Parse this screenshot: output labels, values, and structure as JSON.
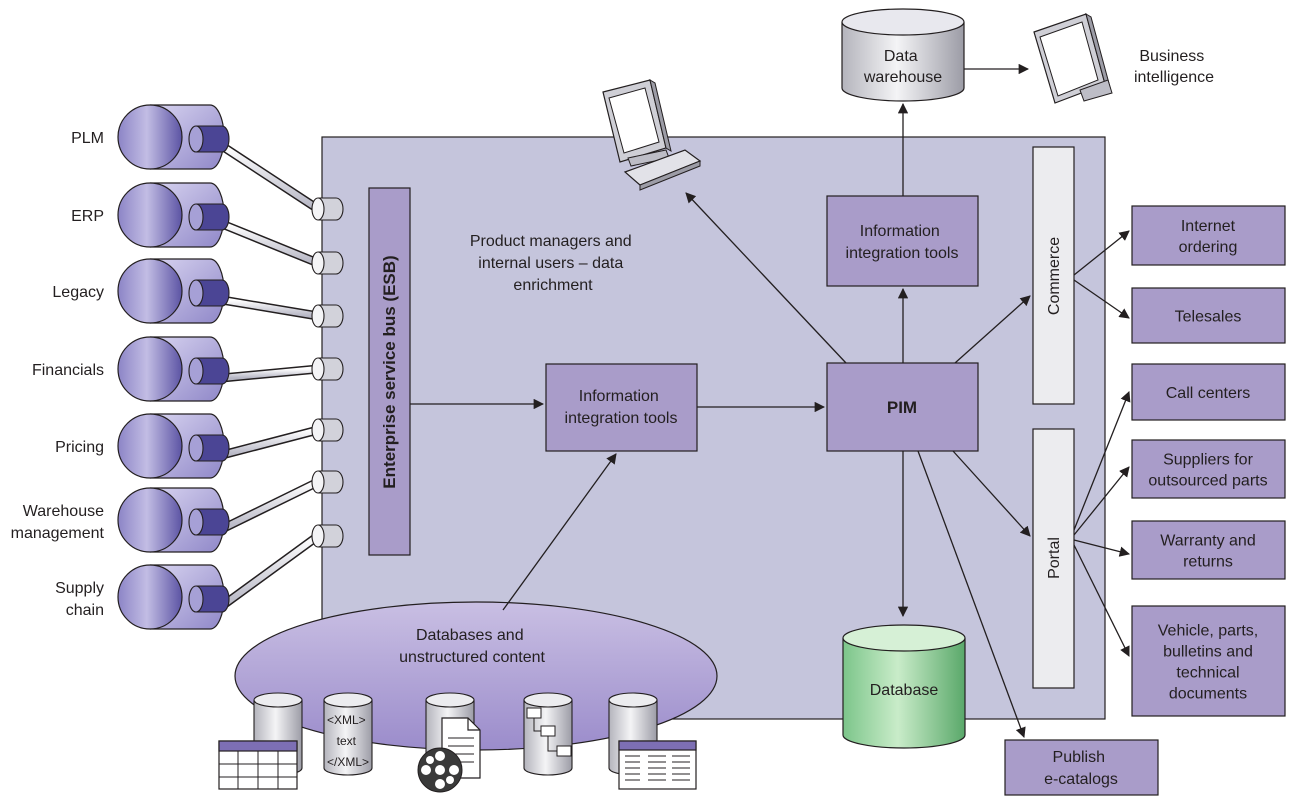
{
  "sources": [
    {
      "line1": "PLM",
      "line2": ""
    },
    {
      "line1": "ERP",
      "line2": ""
    },
    {
      "line1": "Legacy",
      "line2": ""
    },
    {
      "line1": "Financials",
      "line2": ""
    },
    {
      "line1": "Pricing",
      "line2": ""
    },
    {
      "line1": "Warehouse",
      "line2": "management"
    },
    {
      "line1": "Supply",
      "line2": "chain"
    }
  ],
  "esb_label": "Enterprise service bus (ESB)",
  "product_managers": [
    "Product managers and",
    "internal users – data",
    "enrichment"
  ],
  "integration_tools_center": [
    "Information",
    "integration tools"
  ],
  "integration_tools_top": [
    "Information",
    "integration tools"
  ],
  "pim_label": "PIM",
  "data_warehouse": [
    "Data",
    "warehouse"
  ],
  "business_intelligence": [
    "Business",
    "intelligence"
  ],
  "commerce_label": "Commerce",
  "portal_label": "Portal",
  "database_label": "Database",
  "databases_unstructured": [
    "Databases and",
    "unstructured content"
  ],
  "xml_icon": [
    "<XML>",
    "text",
    "</XML>"
  ],
  "publish": [
    "Publish",
    "e-catalogs"
  ],
  "outputs": [
    {
      "lines": [
        "Internet",
        "ordering"
      ]
    },
    {
      "lines": [
        "Telesales"
      ]
    },
    {
      "lines": [
        "Call centers"
      ]
    },
    {
      "lines": [
        "Suppliers for",
        "outsourced parts"
      ]
    },
    {
      "lines": [
        "Warranty and",
        "returns"
      ]
    },
    {
      "lines": [
        "Vehicle, parts,",
        "bulletins and",
        "technical",
        "documents"
      ]
    }
  ],
  "colors": {
    "purple_box": "#a99cc9",
    "main_panel": "#c5c5dc",
    "database_green": "#9fd8a5",
    "commerce_portal": "#ececef",
    "cylinder_purple": "#9f97cf"
  }
}
